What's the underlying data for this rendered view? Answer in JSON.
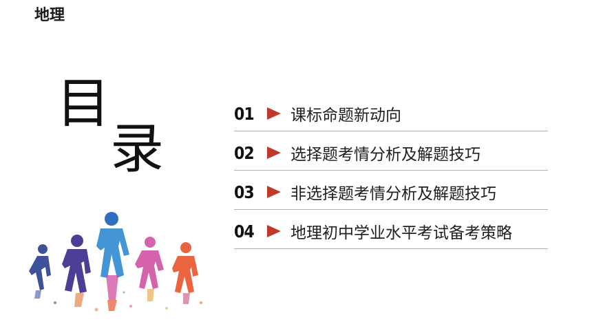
{
  "header": {
    "subject": "地理"
  },
  "title": {
    "char1": "目",
    "char2": "录"
  },
  "toc": {
    "items": [
      {
        "number": "01",
        "label": "课标命题新动向"
      },
      {
        "number": "02",
        "label": "选择题考情分析及解题技巧"
      },
      {
        "number": "03",
        "label": "非选择题考情分析及解题技巧"
      },
      {
        "number": "04",
        "label": "地理初中学业水平考试备考策略"
      }
    ]
  },
  "colors": {
    "arrow": "#c0392b",
    "divider": "#b0b0b0",
    "runner_1": "#2b3f8f",
    "runner_2": "#3a2a8a",
    "runner_3": "#2f6fc0",
    "runner_4": "#d04ea0",
    "runner_5": "#e8542a"
  },
  "graphic": {
    "icon": "runners-illustration"
  }
}
